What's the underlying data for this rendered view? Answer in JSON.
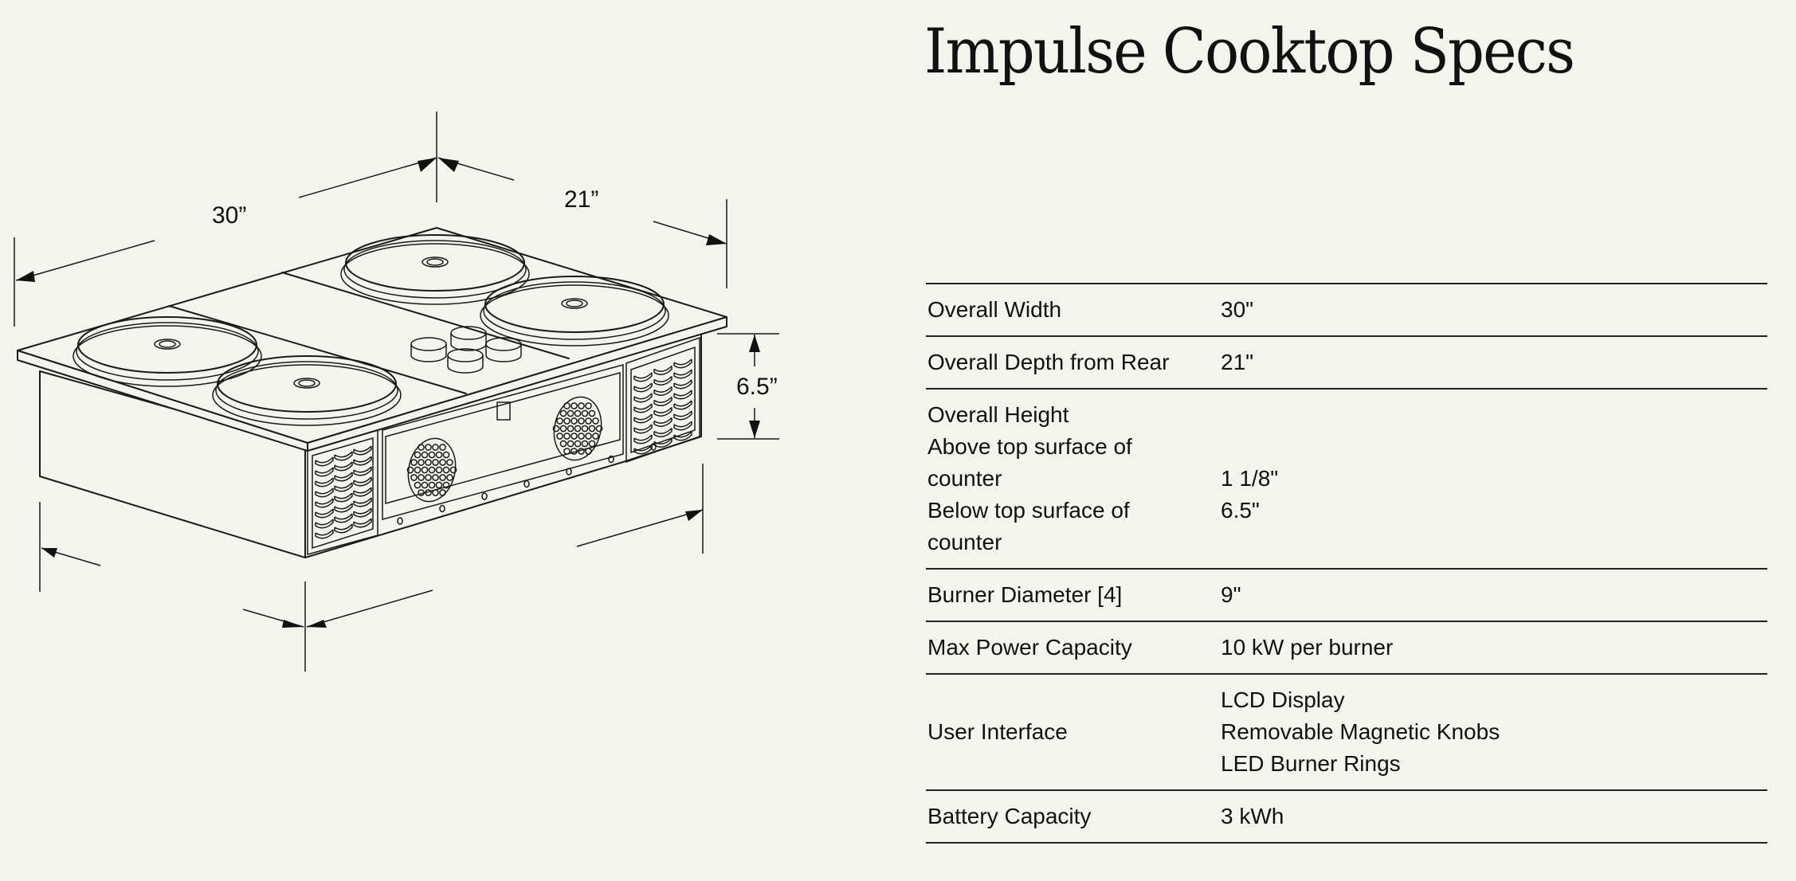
{
  "page": {
    "title": "Impulse Cooktop Specs",
    "background_color": "#f4f4ef"
  },
  "drawing": {
    "dimensions": {
      "width": "30”",
      "depth": "21”",
      "height": "6.5”"
    }
  },
  "specs": [
    {
      "label_lines": [
        "Overall Width"
      ],
      "value_lines": [
        "30\""
      ]
    },
    {
      "label_lines": [
        "Overall Depth from Rear"
      ],
      "value_lines": [
        "21\""
      ]
    },
    {
      "label_lines": [
        "Overall Height",
        "Above top surface of",
        "counter",
        "Below top surface of",
        "counter"
      ],
      "value_lines": [
        "",
        "",
        "1 1/8\"",
        "6.5\"",
        ""
      ]
    },
    {
      "label_lines": [
        "Burner Diameter [4]"
      ],
      "value_lines": [
        "9\""
      ]
    },
    {
      "label_lines": [
        "Max Power Capacity"
      ],
      "value_lines": [
        "10 kW per burner"
      ]
    },
    {
      "label_lines": [
        "User Interface"
      ],
      "value_lines": [
        "LCD Display",
        "Removable Magnetic Knobs",
        "LED Burner Rings"
      ]
    },
    {
      "label_lines": [
        "Battery Capacity"
      ],
      "value_lines": [
        "3 kWh"
      ]
    }
  ]
}
